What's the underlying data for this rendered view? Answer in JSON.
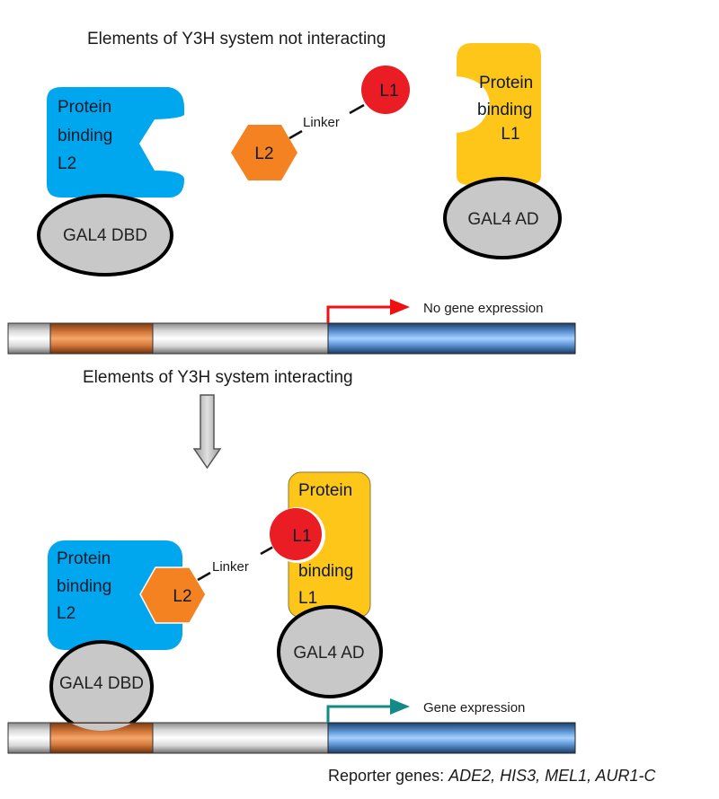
{
  "titles": {
    "not_interacting": "Elements of Y3H system not interacting",
    "interacting": "Elements of Y3H system interacting"
  },
  "top": {
    "dbd_protein": [
      "Protein",
      "binding",
      "L2"
    ],
    "dbd_label": "GAL4 DBD",
    "ligand2": "L2",
    "ligand1": "L1",
    "linker": "Linker",
    "ad_protein": [
      "Protein",
      "binding",
      "L1"
    ],
    "ad_label": "GAL4 AD",
    "expression": "No gene expression"
  },
  "bottom": {
    "dbd_protein": [
      "Protein",
      "binding",
      "L2"
    ],
    "dbd_label": "GAL4 DBD",
    "ligand2": "L2",
    "ligand1": "L1",
    "linker": "Linker",
    "ad_protein": [
      "Protein",
      "binding",
      "L1"
    ],
    "ad_label": "GAL4 AD",
    "expression": "Gene expression"
  },
  "reporter": {
    "prefix": "Reporter genes: ",
    "genes": "ADE2, HIS3, MEL1, AUR1-C"
  },
  "colors": {
    "dbd_protein": "#00a6ee",
    "ad_protein": "#ffc61a",
    "ligand1": "#ea1c24",
    "ligand2": "#f58220",
    "gal4": "#c8c8c8",
    "no_expression_arrow": "#ee1111",
    "expression_arrow": "#128a86",
    "promoter": "#c0642a",
    "reporter_gene": "#6aa6e0"
  }
}
